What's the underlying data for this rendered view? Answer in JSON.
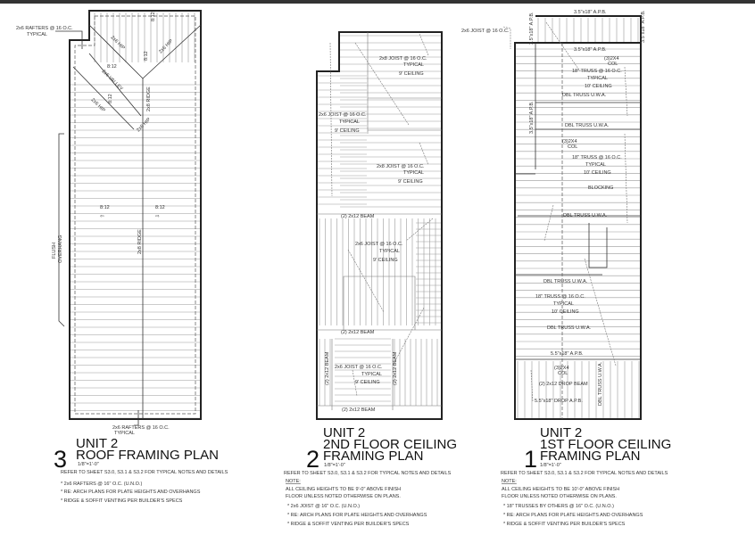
{
  "roof_plan": {
    "number": "3",
    "unit": "UNIT 2",
    "title": "ROOF FRAMING PLAN",
    "scale": "1/8\"=1'-0\"",
    "refer": "REFER TO SHEET S3.0, S3.1 & S3.2 FOR TYPICAL NOTES AND DETAILS",
    "notes": [
      "* 2x6 RAFTERS @ 16\" O.C. (U.N.O.)",
      "* RE: ARCH PLANS FOR PLATE HEIGHTS AND OVERHANGS",
      "* RIDGE & SOFFIT VENTING PER BUILDER'S SPECS"
    ],
    "labels": [
      "2x6 RAFTERS @ 16 O.C.",
      "TYPICAL",
      "2x6 HIP",
      "2x6 HIP",
      "2x6 VALLEY",
      "2x6 HIP",
      "2x6 HIP",
      "2x8 RIDGE",
      "8:12",
      "8:12",
      "8:12",
      "8:12",
      "8:12",
      "8:12",
      "2x8 RIDGE",
      "FLUSH",
      "OVERHANG",
      "2x6 RAFTERS @ 16 O.C.",
      "TYPICAL"
    ]
  },
  "second_floor": {
    "number": "2",
    "unit": "UNIT 2",
    "title_line1": "2ND FLOOR CEILING",
    "title_line2": "FRAMING PLAN",
    "scale": "1/8\"=1'-0\"",
    "refer": "REFER TO SHEET S3.0, S3.1 & S3.2 FOR TYPICAL NOTES AND DETAILS",
    "note_heading": "NOTE:",
    "note_lines": [
      "ALL CEILING HEIGHTS TO BE 9'-0\" ABOVE FINISH",
      "FLOOR UNLESS NOTED OTHERWISE ON PLANS."
    ],
    "notes": [
      "* 2x6 JOIST @ 16\" O.C. (U.N.O.)",
      "* RE: ARCH PLANS FOR PLATE HEIGHTS AND OVERHANGS",
      "* RIDGE & SOFFIT VENTING PER BUILDER'S SPECS"
    ],
    "labels": [
      "2x8 JOIST @ 16 O.C.",
      "TYPICAL",
      "9' CEILING",
      "2x6 JOIST @ 16 O.C.",
      "TYPICAL",
      "9' CEILING",
      "2x8 JOIST @ 16 O.C.",
      "TYPICAL",
      "9' CEILING",
      "(2) 2x12 BEAM",
      "2x6 JOIST @ 16 O.C.",
      "TYPICAL",
      "9' CEILING",
      "(2) 2x12 BEAM",
      "(2) 2x12 BEAM",
      "(2) 2x12 BEAM",
      "2x6 JOIST @ 16 O.C.",
      "TYPICAL",
      "9' CEILING",
      "(2) 2x12 BEAM"
    ]
  },
  "first_floor": {
    "number": "1",
    "unit": "UNIT 2",
    "title_line1": "1ST FLOOR CEILING",
    "title_line2": "FRAMING PLAN",
    "scale": "1/8\"=1'-0\"",
    "refer": "REFER TO SHEET S3.0, S3.1 & S3.2 FOR TYPICAL NOTES AND DETAILS",
    "note_heading": "NOTE:",
    "note_lines": [
      "ALL CEILING HEIGHTS TO BE 10'-0\" ABOVE FINISH",
      "FLOOR UNLESS NOTED OTHERWISE ON PLANS."
    ],
    "notes": [
      "* 18\" TRUSSES BY OTHERS @ 16\" O.C. (U.N.O.)",
      "* RE: ARCH PLANS FOR PLATE HEIGHTS AND OVERHANGS",
      "* RIDGE & SOFFIT VENTING PER BUILDER'S SPECS"
    ],
    "labels": [
      "3.5\"x18\" A.P.B.",
      "2x6 JOIST @ 16 O.C.",
      "3.5\"x18\" A.P.B.",
      "3.5\"x18\" A.P.B.",
      "3.5\"x18\" A.P.B.",
      "(3)2X4",
      "COL",
      "18\" TRUSS @ 16 O.C.",
      "TYPICAL",
      "10' CEILING",
      "DBL TRUSS U.W.A.",
      "3.5\"x18\" A.P.B.",
      "DBL TRUSS U.W.A.",
      "(3)2X4",
      "COL",
      "18\" TRUSS @ 16 O.C.",
      "TYPICAL",
      "10' CEILING",
      "BLOCKING",
      "DBL TRUSS U.W.A.",
      "DBL TRUSS U.W.A.",
      "18\" TRUSS @ 16 O.C.",
      "TYPICAL",
      "10' CEILING",
      "DBL TRUSS U.W.A.",
      "5.5\"x18\" A.P.B.",
      "(3)2X4",
      "COL",
      "(2) 2x12 DROP BEAM",
      "5.5\"x18\" DROP A.P.B.",
      "DBL TRUSS U.W.A."
    ]
  }
}
